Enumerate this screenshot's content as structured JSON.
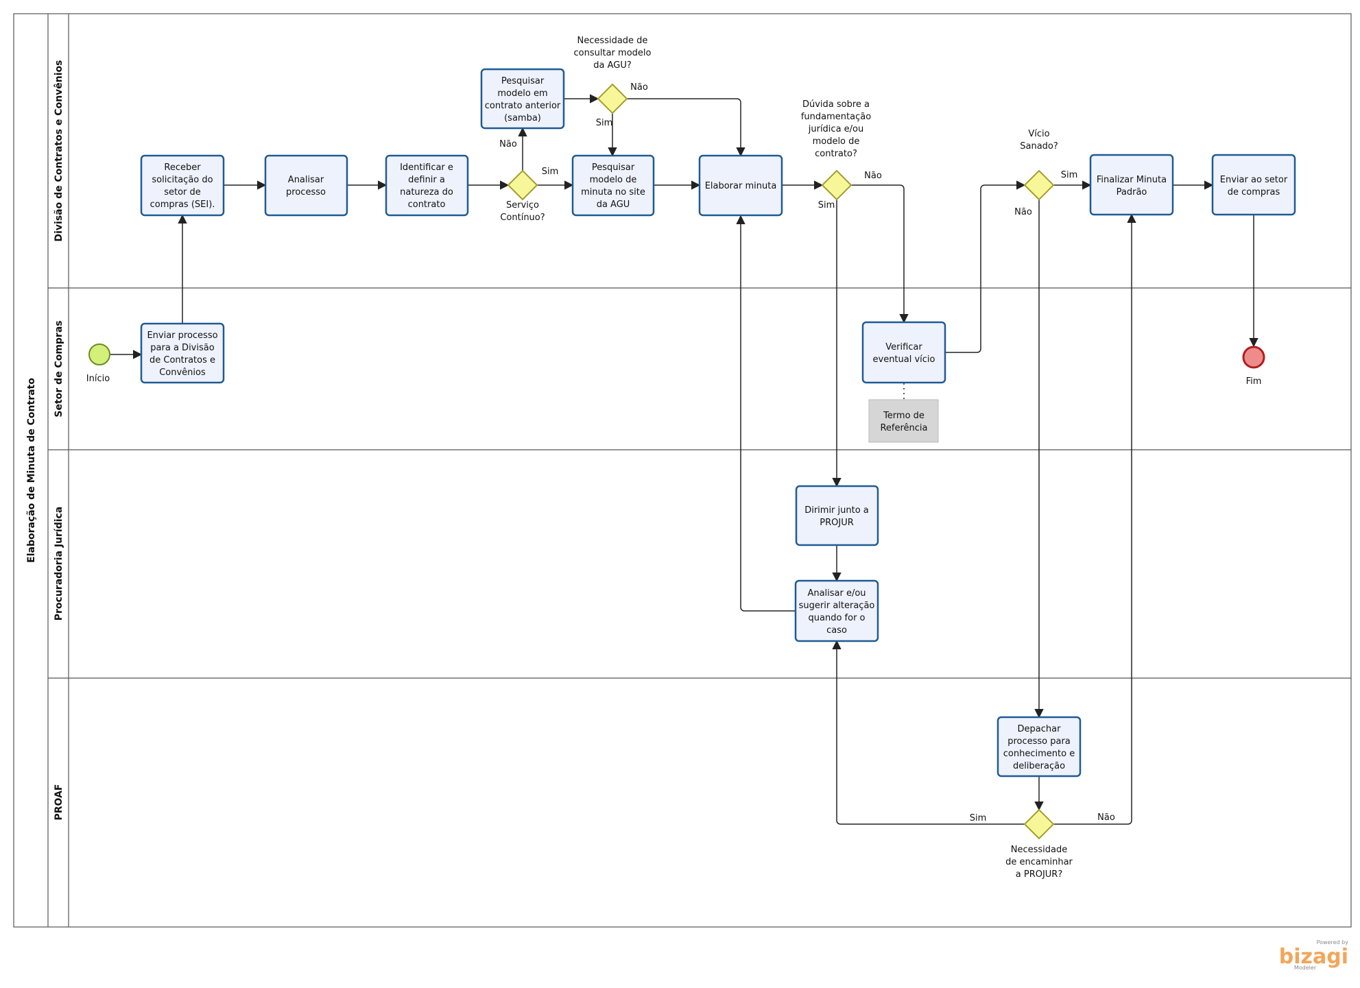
{
  "pool": {
    "title": "Elaboração de Minuta de Contrato"
  },
  "lanes": [
    {
      "id": "divisao",
      "title": "Divisão de Contratos e Convênios"
    },
    {
      "id": "setor",
      "title": "Setor de Compras"
    },
    {
      "id": "procuradoria",
      "title": "Procuradoria Jurídica"
    },
    {
      "id": "proaf",
      "title": "PROAF"
    }
  ],
  "events": {
    "start": {
      "label": "Início",
      "color": "#d4f07a"
    },
    "end": {
      "label": "Fim",
      "color": "#ee8c8c"
    }
  },
  "tasks": {
    "enviar_processo": [
      "Enviar processo",
      "para a Divisão",
      "de Contratos e",
      "Convênios"
    ],
    "receber": [
      "Receber",
      "solicitação do",
      "setor de",
      "compras (SEI)."
    ],
    "analisar_processo": [
      "Analisar",
      "processo"
    ],
    "identificar": [
      "Identificar e",
      "definir a",
      "natureza do",
      "contrato"
    ],
    "pesquisar_anterior": [
      "Pesquisar",
      "modelo em",
      "contrato anterior",
      "(samba)"
    ],
    "pesquisar_agu": [
      "Pesquisar",
      "modelo de",
      "minuta no site",
      "da AGU"
    ],
    "elaborar": [
      "Elaborar minuta"
    ],
    "verificar": [
      "Verificar",
      "eventual vício"
    ],
    "dirimir": [
      "Dirimir junto a",
      "PROJUR"
    ],
    "analisar_sugerir": [
      "Analisar e/ou",
      "sugerir alteração",
      "quando for o",
      "caso"
    ],
    "depachar": [
      "Depachar",
      "processo para",
      "conhecimento e",
      "deliberação"
    ],
    "finalizar": [
      "Finalizar Minuta",
      "Padrão"
    ],
    "enviar_setor": [
      "Enviar ao setor",
      "de compras"
    ]
  },
  "artifact": {
    "termo": [
      "Termo de",
      "Referência"
    ]
  },
  "gateways": {
    "servico": [
      "Serviço",
      "Contínuo?"
    ],
    "necessidade_agu": [
      "Necessidade de",
      "consultar modelo",
      "da AGU?"
    ],
    "duvida": [
      "Dúvida sobre a",
      "fundamentação",
      "jurídica e/ou",
      "modelo de",
      "contrato?"
    ],
    "vicio": [
      "Vício",
      "Sanado?"
    ],
    "encaminhar": [
      "Necessidade",
      "de encaminhar",
      "a PROJUR?"
    ]
  },
  "flow_labels": {
    "servico_sim": "Sim",
    "servico_nao": "Não",
    "agu_nao": "Não",
    "agu_sim": "Sim",
    "duvida_nao": "Não",
    "duvida_sim": "Sim",
    "vicio_sim": "Sim",
    "vicio_nao": "Não",
    "encaminhar_sim": "Sim",
    "encaminhar_nao": "Não"
  },
  "branding": {
    "powered": "Powered by",
    "name": "bizagi",
    "product": "Modeler"
  }
}
